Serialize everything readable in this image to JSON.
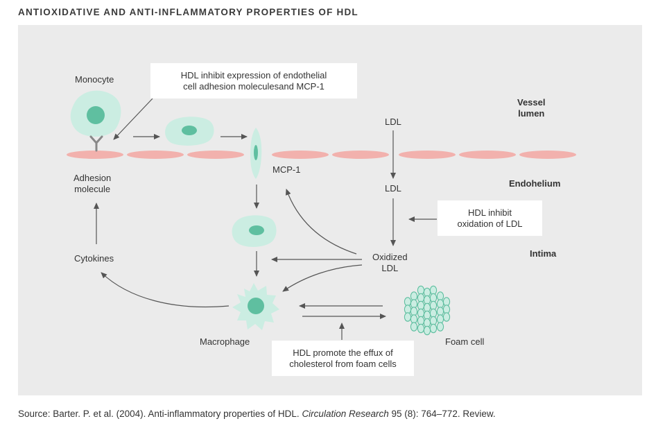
{
  "title": "ANTIOXIDATIVE AND ANTI-INFLAMMATORY PROPERTIES OF HDL",
  "colors": {
    "panel_background": "#ebebeb",
    "endothelial_cell": "#f2b1ad",
    "cell_body": "#cbede2",
    "cell_nucleus": "#5fbfa0",
    "arrow": "#555555"
  },
  "callouts": {
    "adhesion": [
      "HDL inhibit expression of endothelial",
      "cell adhesion moleculesand MCP-1"
    ],
    "oxidation": [
      "HDL inhibit",
      "oxidation of LDL"
    ],
    "efflux": [
      "HDL promote the effux of",
      "cholesterol from foam cells"
    ]
  },
  "labels": {
    "monocyte": "Monocyte",
    "vessel_lumen": [
      "Vessel",
      "lumen"
    ],
    "ldl_top": "LDL",
    "ldl_mid": "LDL",
    "mcp1": "MCP-1",
    "adhesion_molecule": [
      "Adhesion",
      "molecule"
    ],
    "endothelium": "Endohelium",
    "intima": "Intima",
    "cytokines": "Cytokines",
    "oxidized_ldl": [
      "Oxidized",
      "LDL"
    ],
    "macrophage": "Macrophage",
    "foam_cell": "Foam cell"
  },
  "source": {
    "prefix": "Source: Barter. P. et al. (2004). Anti-inflammatory properties of HDL. ",
    "journal": "Circulation Research",
    "suffix": " 95 (8): 764–772. Review."
  }
}
